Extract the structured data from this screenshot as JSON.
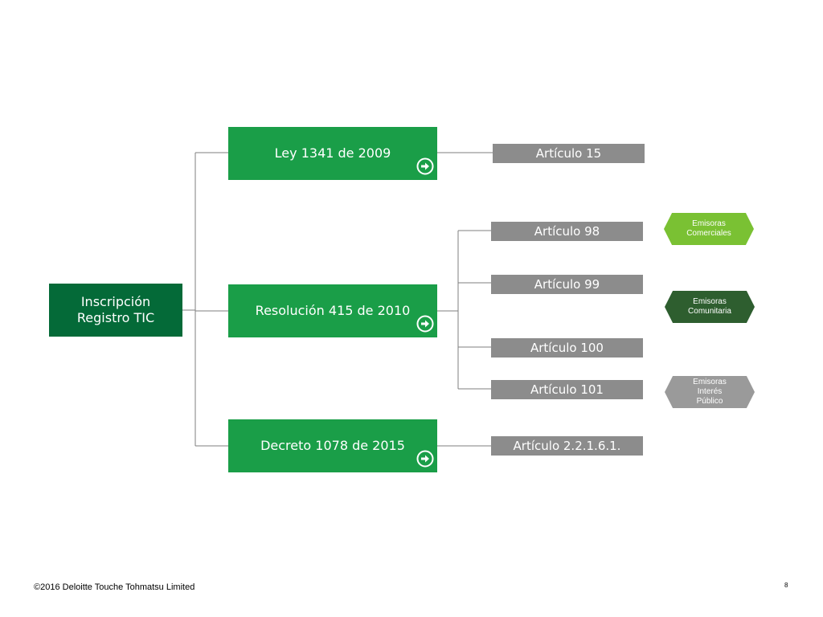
{
  "root": {
    "line1": "Inscripción",
    "line2": "Registro TIC",
    "color": "#046a38"
  },
  "laws": [
    {
      "label": "Ley 1341 de 2009",
      "icon": "arrow-right-circle-icon"
    },
    {
      "label": "Resolución 415 de 2010",
      "icon": "arrow-right-circle-icon"
    },
    {
      "label": "Decreto 1078 de 2015",
      "icon": "arrow-right-circle-icon"
    }
  ],
  "articles": [
    {
      "label": "Artículo 15"
    },
    {
      "label": "Artículo 98"
    },
    {
      "label": "Artículo 99"
    },
    {
      "label": "Artículo 100"
    },
    {
      "label": "Artículo 101"
    },
    {
      "label": "Artículo 2.2.1.6.1."
    }
  ],
  "categories": [
    {
      "lines": [
        "Emisoras",
        "Comerciales"
      ],
      "color": "#7ac133"
    },
    {
      "lines": [
        "Emisoras",
        "Comunitaria"
      ],
      "color": "#2e5e2f"
    },
    {
      "lines": [
        "Emisoras",
        "Interés",
        "Público"
      ],
      "color": "#9a9a9a"
    }
  ],
  "colors": {
    "law_box": "#1a9e48",
    "article_box": "#8c8c8c",
    "connector": "#7f7f7f"
  },
  "footer": {
    "copyright": "©2016 Deloitte Touche Tohmatsu Limited",
    "page_number": "8"
  }
}
